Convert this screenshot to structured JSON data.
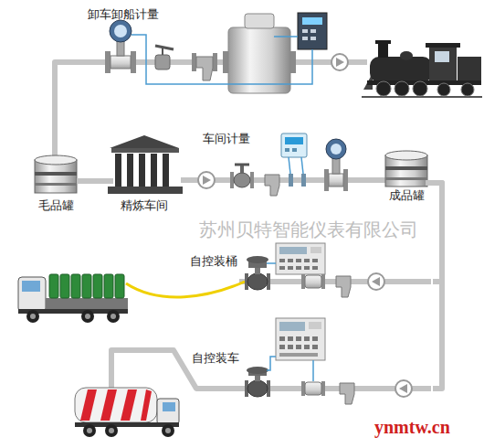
{
  "diagram": {
    "nodes": [
      {
        "text": [
          "卸车卸船计量"
        ]
      },
      {
        "text": [
          "毛品罐"
        ]
      },
      {
        "text": [
          "精炼车间"
        ]
      },
      {
        "text": [
          "车间计量"
        ]
      },
      {
        "text": [
          "成品罐"
        ]
      },
      {
        "text": [
          "自控装桶"
        ]
      },
      {
        "text": [
          "自控装车"
        ]
      }
    ],
    "edges": [
      {
        "from": 0,
        "to": 1,
        "arrow": "none"
      },
      {
        "from": 1,
        "to": 2,
        "arrow": "none"
      },
      {
        "from": 2,
        "to": 3,
        "arrow": "none"
      },
      {
        "from": 3,
        "to": 4,
        "arrow": "none"
      },
      {
        "from": 4,
        "to": 5,
        "arrow": "none"
      },
      {
        "from": 4,
        "to": 6,
        "arrow": "none"
      }
    ],
    "labels": [
      "苏州贝特智能仪表有限公司",
      "ynmtw.cn"
    ]
  }
}
